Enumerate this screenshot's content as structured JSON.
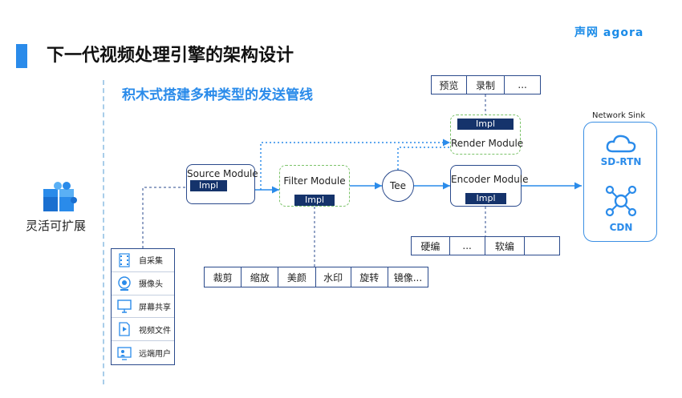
{
  "title": "下一代视频处理引擎的架构设计",
  "logo": "声网 agora",
  "subtitle": "积木式搭建多种类型的发送管线",
  "feature_label": "灵活可扩展",
  "modules": {
    "source": {
      "name": "Source Module",
      "impl": "Impl"
    },
    "filter": {
      "name": "Filter Module",
      "impl": "Impl"
    },
    "tee": {
      "name": "Tee"
    },
    "encoder": {
      "name": "Encoder Module",
      "impl": "Impl"
    },
    "render": {
      "name": "Render Module",
      "impl": "Impl"
    }
  },
  "render_options": [
    "预览",
    "录制",
    "..."
  ],
  "encoder_options": [
    "硬编",
    "...",
    "软编",
    ""
  ],
  "filter_options": [
    "裁剪",
    "缩放",
    "美颜",
    "水印",
    "旋转",
    "镜像..."
  ],
  "sources": [
    {
      "label": "自采集",
      "icon": "film-icon"
    },
    {
      "label": "摄像头",
      "icon": "camera-icon"
    },
    {
      "label": "屏幕共享",
      "icon": "monitor-icon"
    },
    {
      "label": "视频文件",
      "icon": "video-file-icon"
    },
    {
      "label": "远端用户",
      "icon": "remote-user-icon"
    }
  ],
  "sink": {
    "title": "Network Sink",
    "items": [
      {
        "label": "SD-RTN",
        "icon": "cloud-icon"
      },
      {
        "label": "CDN",
        "icon": "network-hub-icon"
      }
    ]
  },
  "colors": {
    "accent": "#2a8bea",
    "impl_bg": "#15336b",
    "green_dashed": "#7cc36a",
    "border": "#2a4a8c"
  }
}
